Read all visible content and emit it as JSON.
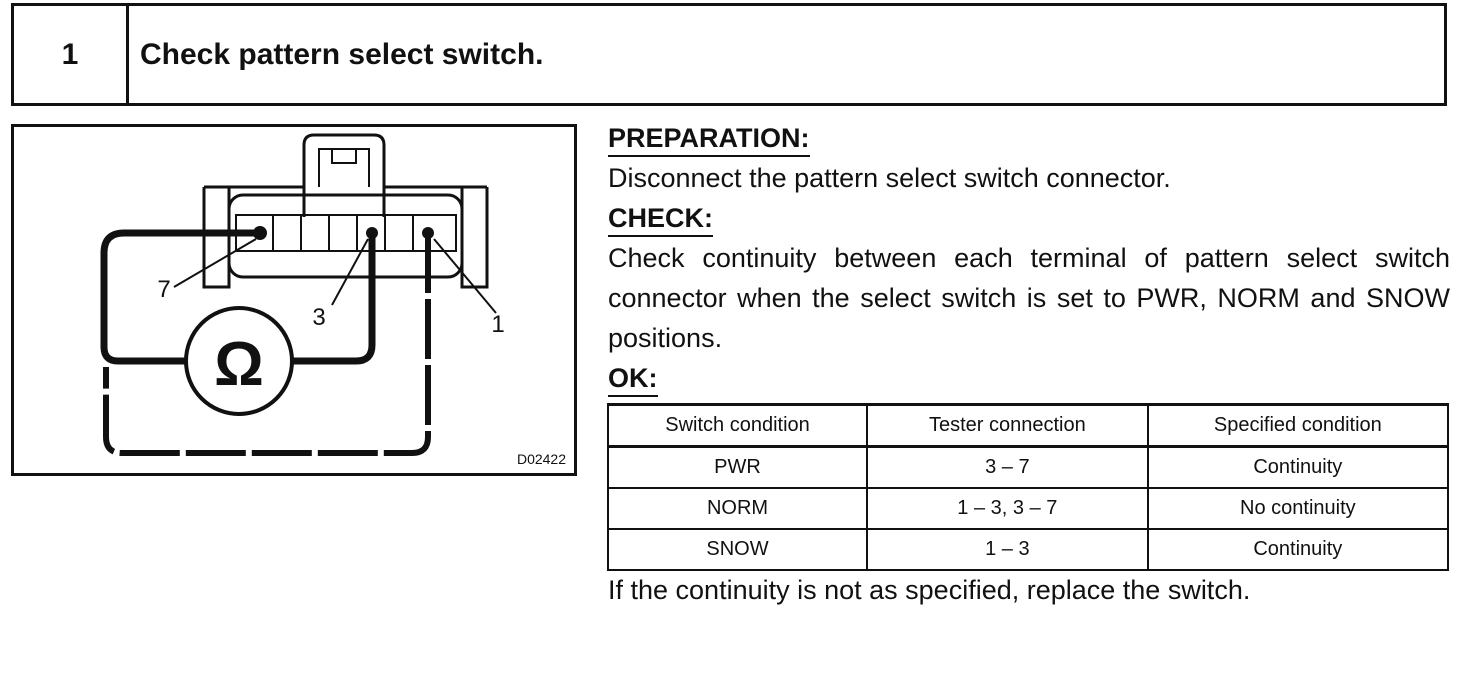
{
  "step": {
    "number": "1",
    "title": "Check pattern select switch."
  },
  "figure": {
    "code": "D02422",
    "terminal_labels": [
      "7",
      "3",
      "1"
    ],
    "meter_symbol": "Ω"
  },
  "preparation": {
    "heading": "PREPARATION:",
    "text": "Disconnect the pattern select switch connector."
  },
  "check": {
    "heading": "CHECK:",
    "text": "Check continuity between each terminal of pattern select switch connector when the select switch is set to PWR, NORM and SNOW positions."
  },
  "ok": {
    "heading": "OK:"
  },
  "table": {
    "headers": [
      "Switch condition",
      "Tester connection",
      "Specified condition"
    ],
    "rows": [
      [
        "PWR",
        "3 – 7",
        "Continuity"
      ],
      [
        "NORM",
        "1 – 3, 3 – 7",
        "No continuity"
      ],
      [
        "SNOW",
        "1 – 3",
        "Continuity"
      ]
    ]
  },
  "footer": {
    "text": "If the continuity is not as specified, replace the switch."
  }
}
